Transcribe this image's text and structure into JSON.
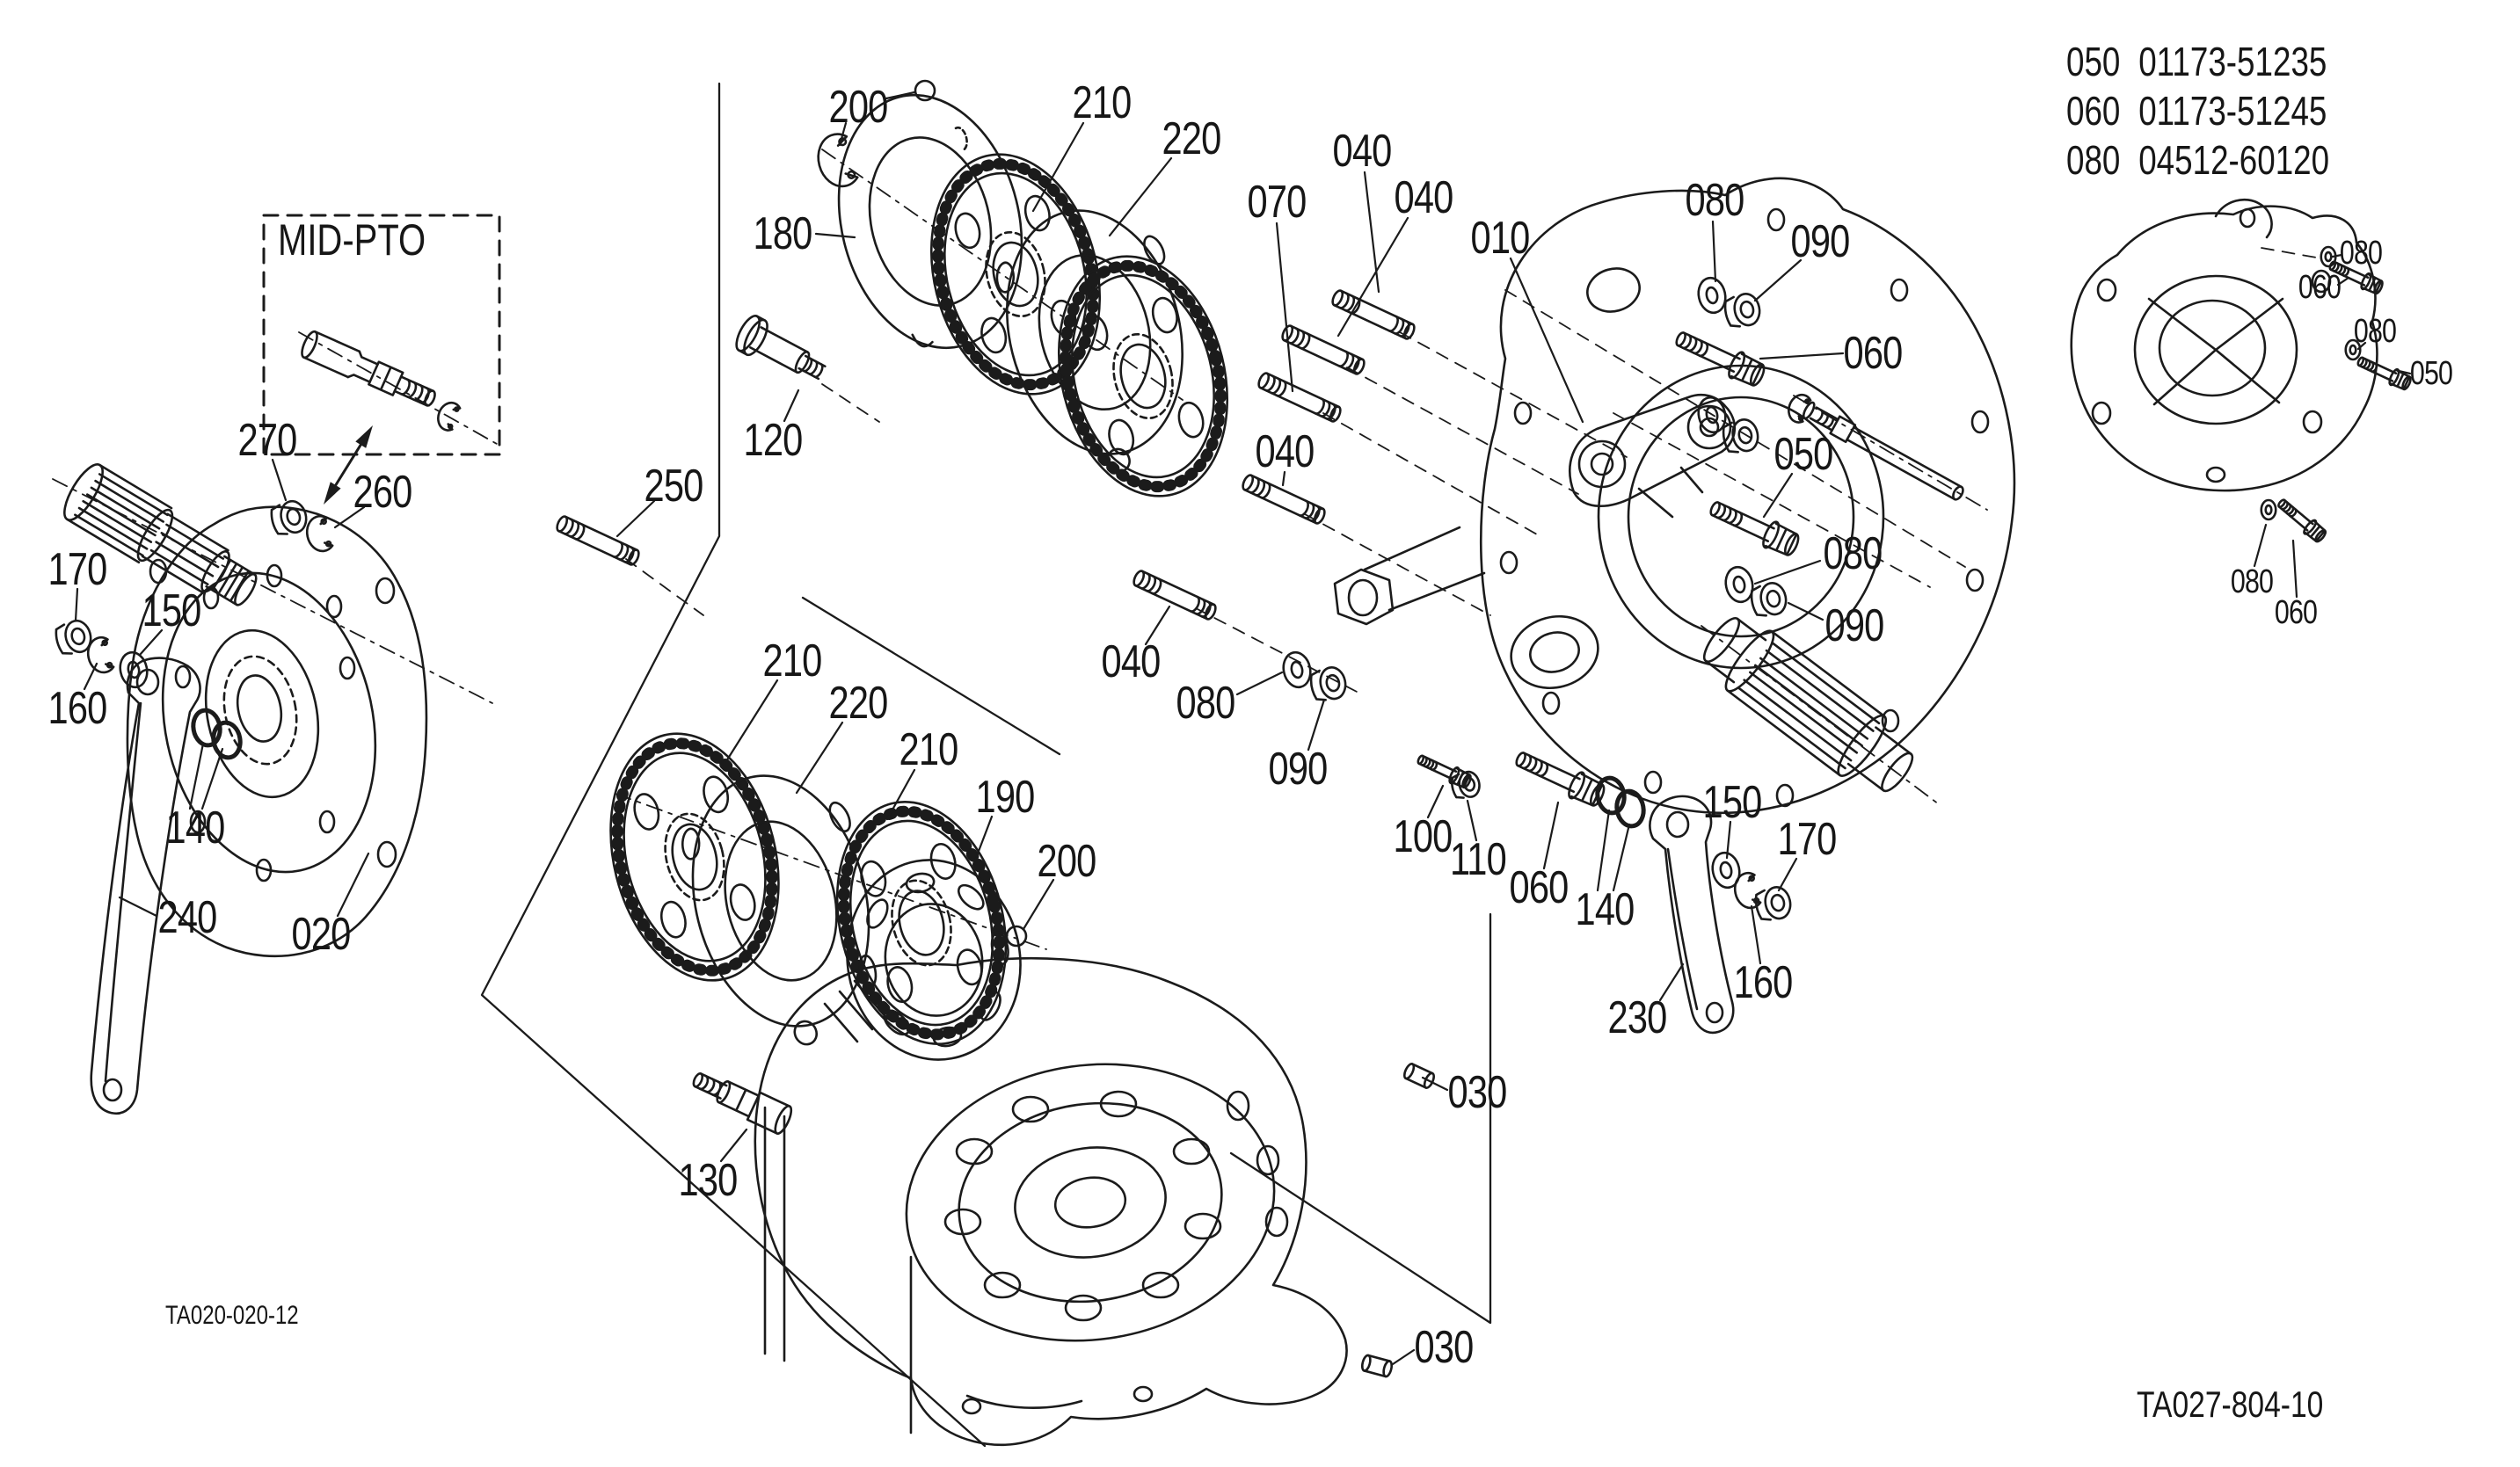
{
  "document": {
    "type": "exploded-parts-diagram",
    "subject": "PTO clutch / case assembly"
  },
  "colors": {
    "ink": "#1b1b1b",
    "background": "#ffffff"
  },
  "part_reference_table": {
    "rows": [
      {
        "ref": "050",
        "part_number": "01173-51235"
      },
      {
        "ref": "060",
        "part_number": "01173-51245"
      },
      {
        "ref": "080",
        "part_number": "04512-60120"
      }
    ]
  },
  "inset": {
    "label": "MID-PTO"
  },
  "figure_codes": {
    "bottom_left": "TA020-020-12",
    "bottom_right": "TA027-804-10"
  },
  "callouts": [
    {
      "id": "200-top",
      "text": "200"
    },
    {
      "id": "210-top",
      "text": "210"
    },
    {
      "id": "220-top",
      "text": "220"
    },
    {
      "id": "180",
      "text": "180"
    },
    {
      "id": "040-a",
      "text": "040"
    },
    {
      "id": "040-b",
      "text": "040"
    },
    {
      "id": "070",
      "text": "070"
    },
    {
      "id": "010",
      "text": "010"
    },
    {
      "id": "080-top",
      "text": "080"
    },
    {
      "id": "090-top",
      "text": "090"
    },
    {
      "id": "060-top",
      "text": "060"
    },
    {
      "id": "120",
      "text": "120"
    },
    {
      "id": "250",
      "text": "250"
    },
    {
      "id": "040-c",
      "text": "040"
    },
    {
      "id": "040-d",
      "text": "040"
    },
    {
      "id": "080-mid",
      "text": "080"
    },
    {
      "id": "090-mid",
      "text": "090"
    },
    {
      "id": "050-right",
      "text": "050"
    },
    {
      "id": "080-right",
      "text": "080"
    },
    {
      "id": "090-right",
      "text": "090"
    },
    {
      "id": "100",
      "text": "100"
    },
    {
      "id": "110",
      "text": "110"
    },
    {
      "id": "060-bottom",
      "text": "060"
    },
    {
      "id": "140-right",
      "text": "140"
    },
    {
      "id": "150-right",
      "text": "150"
    },
    {
      "id": "170-right",
      "text": "170"
    },
    {
      "id": "160-right",
      "text": "160"
    },
    {
      "id": "230",
      "text": "230"
    },
    {
      "id": "030-upper",
      "text": "030"
    },
    {
      "id": "030-lower",
      "text": "030"
    },
    {
      "id": "130",
      "text": "130"
    },
    {
      "id": "190",
      "text": "190"
    },
    {
      "id": "200-bottom",
      "text": "200"
    },
    {
      "id": "210-left",
      "text": "210"
    },
    {
      "id": "220-bottom",
      "text": "220"
    },
    {
      "id": "210-mid",
      "text": "210"
    },
    {
      "id": "170-left",
      "text": "170"
    },
    {
      "id": "150-left",
      "text": "150"
    },
    {
      "id": "160-left",
      "text": "160"
    },
    {
      "id": "140-left",
      "text": "140"
    },
    {
      "id": "240",
      "text": "240"
    },
    {
      "id": "020",
      "text": "020"
    },
    {
      "id": "270",
      "text": "270"
    },
    {
      "id": "260",
      "text": "260"
    },
    {
      "id": "inset-080-a",
      "text": "080"
    },
    {
      "id": "inset-060-a",
      "text": "060"
    },
    {
      "id": "inset-080-b",
      "text": "080"
    },
    {
      "id": "inset-050",
      "text": "050"
    },
    {
      "id": "inset-080-c",
      "text": "080"
    },
    {
      "id": "inset-060-b",
      "text": "060"
    }
  ]
}
